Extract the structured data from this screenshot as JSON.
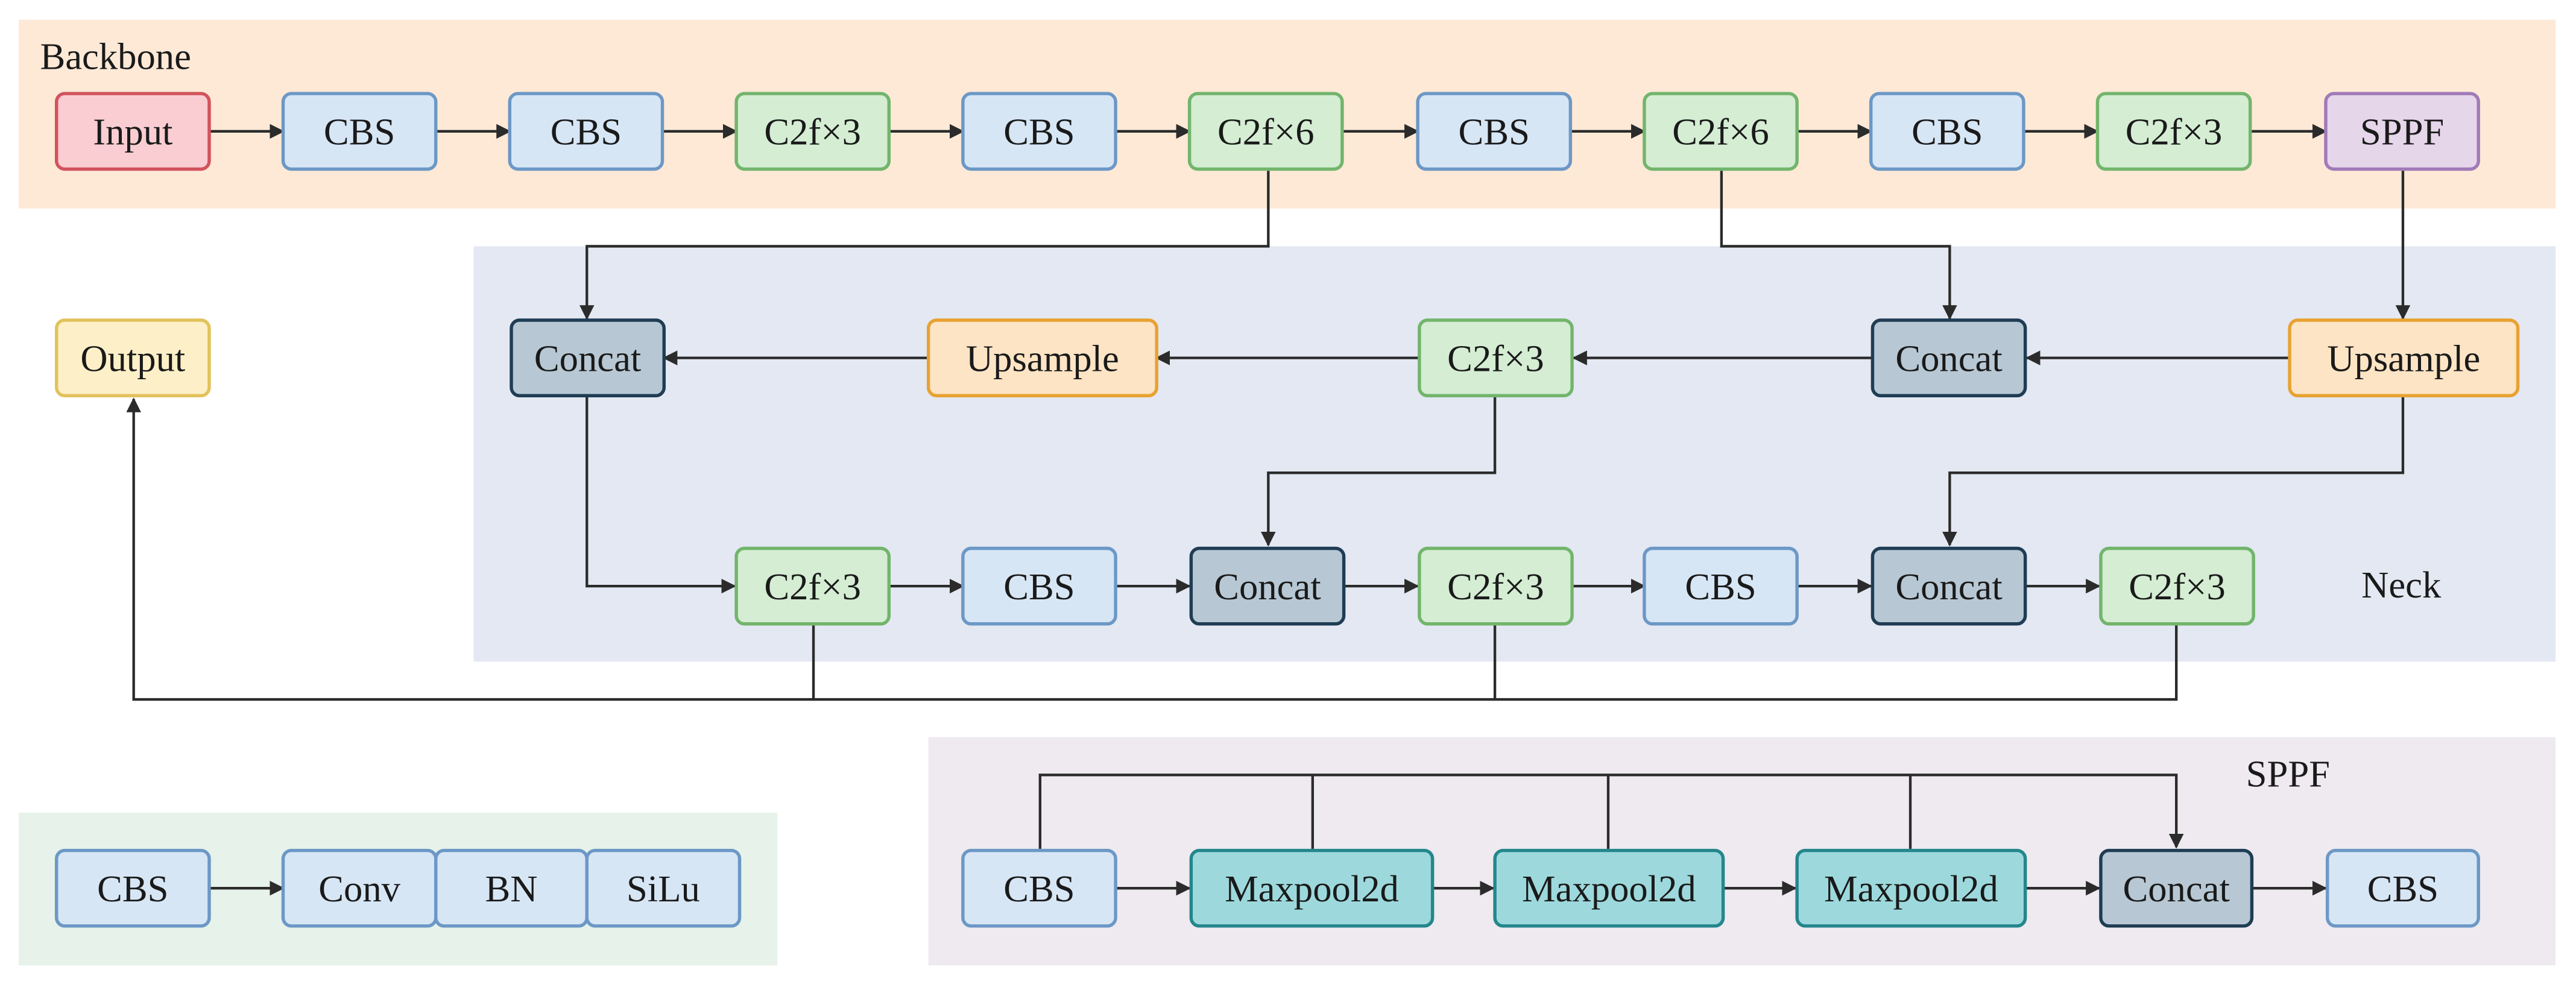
{
  "regions": {
    "backbone": "Backbone",
    "neck": "Neck",
    "sppf": "SPPF"
  },
  "nodes": {
    "input": "Input",
    "b_cbs1": "CBS",
    "b_cbs2": "CBS",
    "b_c2f1": "C2f×3",
    "b_cbs3": "CBS",
    "b_c2f2": "C2f×6",
    "b_cbs4": "CBS",
    "b_c2f3": "C2f×6",
    "b_cbs5": "CBS",
    "b_c2f4": "C2f×3",
    "b_sppf": "SPPF",
    "output": "Output",
    "n_concat1": "Concat",
    "n_up1": "Upsample",
    "n_c2f1": "C2f×3",
    "n_concat2": "Concat",
    "n_up2": "Upsample",
    "n_c2f2": "C2f×3",
    "n_cbs1": "CBS",
    "n_concat3": "Concat",
    "n_c2f3": "C2f×3",
    "n_cbs2": "CBS",
    "n_concat4": "Concat",
    "n_c2f4": "C2f×3",
    "l_cbs": "CBS",
    "l_conv": "Conv",
    "l_bn": "BN",
    "l_silu": "SiLu",
    "s_cbs1": "CBS",
    "s_mp1": "Maxpool2d",
    "s_mp2": "Maxpool2d",
    "s_mp3": "Maxpool2d",
    "s_concat": "Concat",
    "s_cbs2": "CBS"
  },
  "colors": {
    "backbone_bg": "#fde9d6",
    "neck_bg": "#e3e8f2",
    "cbs_legend_bg": "#e6f2ea",
    "sppf_bg": "#eeeaf0",
    "cbs_fill": "#d7e6f5",
    "cbs_stroke": "#6c98c6",
    "c2f_fill": "#d4edd3",
    "c2f_stroke": "#72b56c",
    "concat_fill": "#b7c8d4",
    "concat_stroke": "#1f3d54",
    "upsample_fill": "#fde4c4",
    "upsample_stroke": "#e8a232",
    "input_fill": "#f9cdd2",
    "input_stroke": "#d2535d",
    "sppf_fill": "#e5d6ea",
    "sppf_stroke": "#a27ab8",
    "output_fill": "#fdf0c8",
    "output_stroke": "#e2c25c",
    "maxpool_fill": "#9dd9dc",
    "maxpool_stroke": "#23878c"
  }
}
